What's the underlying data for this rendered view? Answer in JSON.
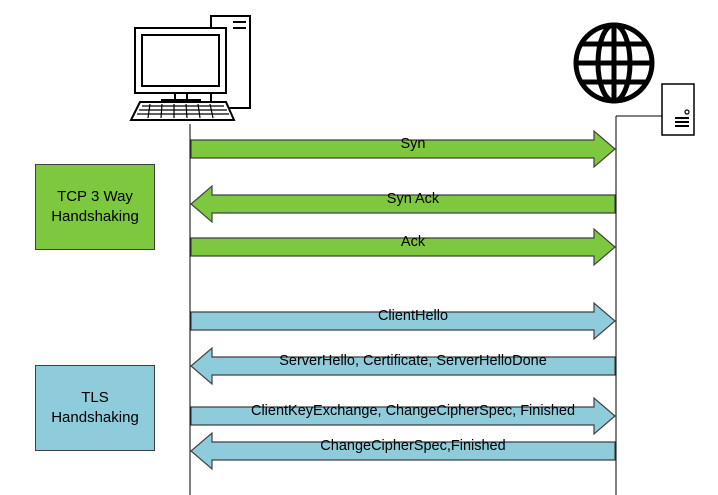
{
  "colors": {
    "tcp": "#7DC83E",
    "tls": "#8ECCDB",
    "outline": "#404040"
  },
  "groups": {
    "tcp": {
      "label": "TCP 3 Way\nHandshaking"
    },
    "tls": {
      "label": "TLS\nHandshaking"
    }
  },
  "messages": [
    {
      "label": "Syn",
      "direction": "to-server",
      "group": "tcp"
    },
    {
      "label": "Syn Ack",
      "direction": "to-client",
      "group": "tcp"
    },
    {
      "label": "Ack",
      "direction": "to-server",
      "group": "tcp"
    },
    {
      "label": "ClientHello",
      "direction": "to-server",
      "group": "tls"
    },
    {
      "label": "ServerHello, Certificate, ServerHelloDone",
      "direction": "to-client",
      "group": "tls"
    },
    {
      "label": "ClientKeyExchange, ChangeCipherSpec, Finished",
      "direction": "to-server",
      "group": "tls"
    },
    {
      "label": "ChangeCipherSpec,Finished",
      "direction": "to-client",
      "group": "tls"
    }
  ],
  "icons": {
    "client": "desktop-computer-icon",
    "server": "globe-server-icon"
  }
}
